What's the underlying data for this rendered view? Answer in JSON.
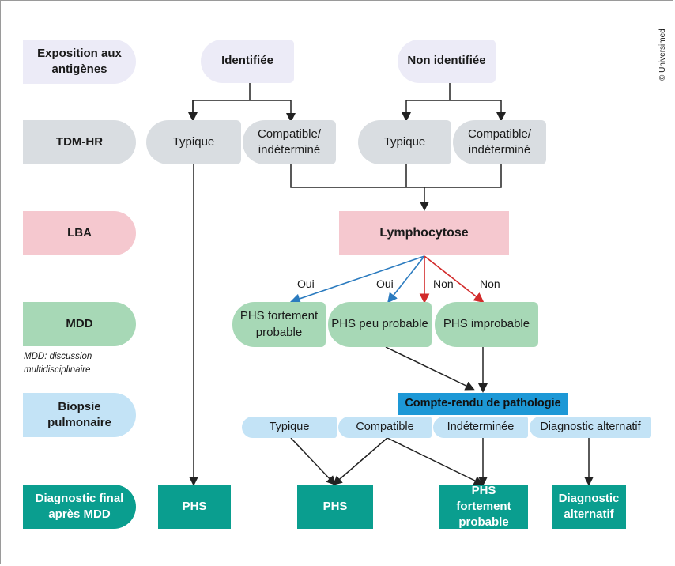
{
  "credit": "© Universimed",
  "rows": {
    "exposure": "Exposition aux antigènes",
    "tdm": "TDM-HR",
    "lba": "LBA",
    "mdd": "MDD",
    "mdd_note": "MDD: discussion multidisciplinaire",
    "biopsy": "Biopsie pulmonaire",
    "final": "Diagnostic final après MDD"
  },
  "exposure": {
    "identified": "Identifiée",
    "not_identified": "Non identifiée"
  },
  "tdm": {
    "typical_1": "Typique",
    "compatible_1": "Compatible/ indéterminé",
    "typical_2": "Typique",
    "compatible_2": "Compatible/ indéterminé"
  },
  "lba": {
    "lymphocytosis": "Lymphocytose"
  },
  "edges": {
    "oui_1": "Oui",
    "oui_2": "Oui",
    "non_1": "Non",
    "non_2": "Non"
  },
  "mdd": {
    "strongly_probable": "PHS fortement probable",
    "little_probable": "PHS peu probable",
    "improbable": "PHS improbable"
  },
  "pathology": {
    "report": "Compte-rendu de pathologie",
    "typical": "Typique",
    "compatible": "Compatible",
    "indeterminate": "Indéterminée",
    "alternative": "Diagnostic alternatif"
  },
  "final": {
    "phs_1": "PHS",
    "phs_2": "PHS",
    "phs_strongly": "PHS fortement probable",
    "alternative": "Diagnostic alternatif"
  },
  "colors": {
    "lavender": "#ecebf7",
    "grey": "#d9dde1",
    "pink": "#f5c8cf",
    "green": "#a7d8b6",
    "lightblue": "#c3e3f6",
    "teal": "#0a9e8f",
    "blue": "#1d98d6",
    "arrow_blue": "#2b7bbf",
    "arrow_red": "#d22a2a"
  }
}
